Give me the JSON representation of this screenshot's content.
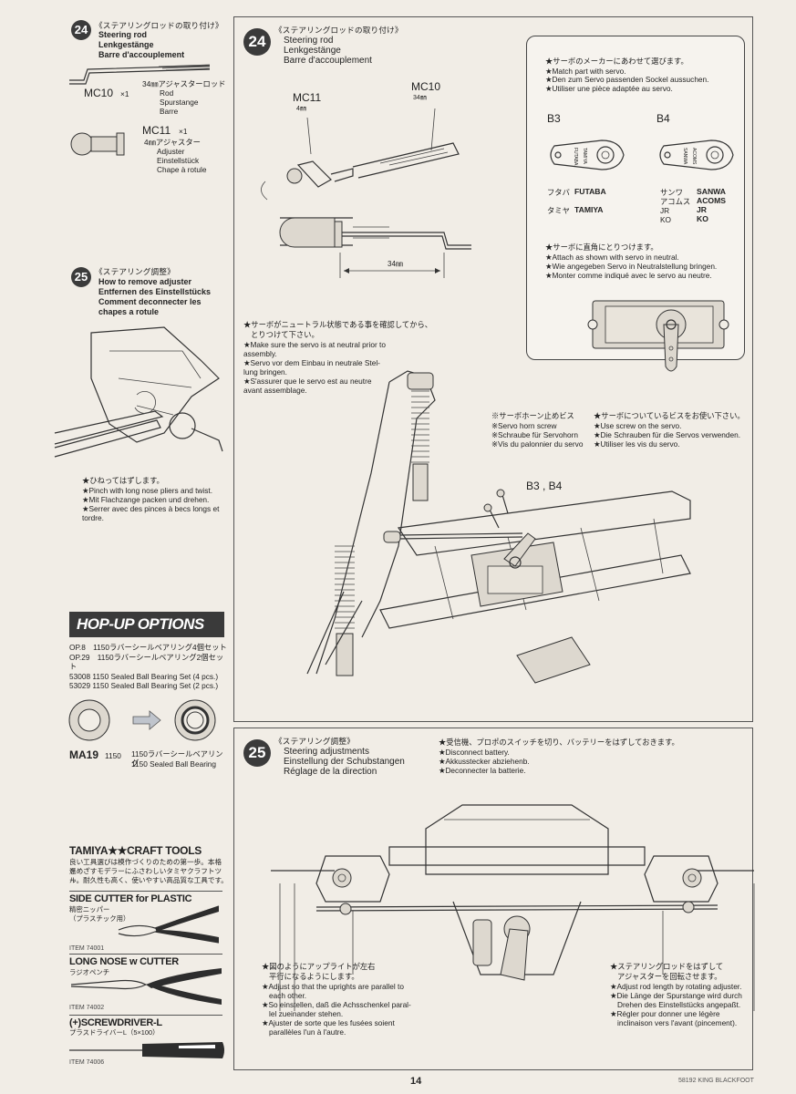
{
  "left": {
    "step24": {
      "num": "24",
      "jp_title": "《ステアリングロッドの取り付け》",
      "en": "Steering rod",
      "de": "Lenkgestänge",
      "fr": "Barre d'accouplement",
      "mc10": {
        "code": "MC10",
        "qty": "×1",
        "jp": "34㎜アジャスターロッド",
        "en": "Rod",
        "de": "Spurstange",
        "fr": "Barre"
      },
      "mc11": {
        "code": "MC11",
        "qty": "×1",
        "jp": "4㎜アジャスター",
        "en": "Adjuster",
        "de": "Einstellstück",
        "fr": "Chape à rotule"
      }
    },
    "step25": {
      "num": "25",
      "jp_title": "《ステアリング調整》",
      "en": "How to remove adjuster",
      "de": "Entfernen des Einstellstücks",
      "fr": "Comment deconnecter les",
      "fr2": "chapes a rotule",
      "note_jp": "★ひねってはずします。",
      "note_en": "★Pinch with long nose pliers and twist.",
      "note_de": "★Mit Flachzange packen und drehen.",
      "note_fr": "★Serrer avec des pinces à becs longs et",
      "note_fr2": "tordre."
    },
    "hopup": {
      "title": "HOP-UP OPTIONS",
      "op8": "OP.8　1150ラバーシールベアリング4個セット",
      "op29": "OP.29　1150ラバーシールベアリング2個セット",
      "item1": "53008 1150 Sealed Ball Bearing Set (4 pcs.)",
      "item2": "53029 1150 Sealed Ball Bearing Set (2 pcs.)",
      "ma19": "MA19",
      "ma19_size": "1150",
      "ma19_jp": "1150ラバーシールベアリング",
      "ma19_en": "1150 Sealed Ball Bearing"
    },
    "tools": {
      "title": "TAMIYA★★CRAFT TOOLS",
      "desc1": "良い工具選びは模作づくりのための第一歩。本格派",
      "desc2": "をめざすモデラーにふさわしいタミヤクラフトツー",
      "desc3": "ル。耐久性も高く、使いやすい高品質な工具です。",
      "t1_name": "SIDE CUTTER for PLASTIC",
      "t1_jp": "精密ニッパー\n（プラスチック用）",
      "t1_item": "ITEM 74001",
      "t2_name": "LONG NOSE w CUTTER",
      "t2_jp": "ラジオペンチ",
      "t2_item": "ITEM 74002",
      "t3_name": "(+)SCREWDRIVER-L",
      "t3_jp": "プラスドライバーL（5×100）",
      "t3_item": "ITEM 74006"
    }
  },
  "top_panel": {
    "num": "24",
    "jp_title": "《ステアリングロッドの取り付け》",
    "en": "Steering rod",
    "de": "Lenkgestänge",
    "fr": "Barre d'accouplement",
    "mc11": "MC11",
    "mc11_size": "4㎜",
    "mc10": "MC10",
    "mc10_size": "34㎜",
    "dim": "34㎜",
    "servo_box": {
      "jp1": "★サーボのメーカーにあわせて選びます。",
      "en1": "★Match part with servo.",
      "de1": "★Den zum Servo passenden Sockel aussuchen.",
      "fr1": "★Utiliser une pièce adaptée au servo.",
      "b3": "B3",
      "b4": "B4",
      "b3_horn": "TAMIYA FUTABA",
      "b4_horn": "ACOMS SANWA",
      "left_jp": [
        "フタバ",
        "タミヤ"
      ],
      "left_en": [
        "FUTABA",
        "TAMIYA"
      ],
      "right_jp": [
        "サンワ",
        "アコムス",
        "JR",
        "KO"
      ],
      "right_en": [
        "SANWA",
        "ACOMS",
        "JR",
        "KO"
      ],
      "jp2": "★サーボに直角にとりつけます。",
      "en2": "★Attach as shown with servo in neutral.",
      "de2": "★Wie angegeben Servo in Neutralstellung bringen.",
      "fr2": "★Monter comme indiqué avec le servo au neutre."
    },
    "neutral": {
      "jp": "★サーボがニュートラル状態である事を確認してから、",
      "jp2": "とりつけて下さい。",
      "en": "★Make sure the servo is at neutral prior to",
      "en2": "assembly.",
      "de": "★Servo vor dem Einbau in neutrale Stel-",
      "de2": "lung bringen.",
      "fr": "★S'assurer que le servo est au neutre",
      "fr2": "avant assemblage."
    },
    "screw": {
      "jp": "※サーボホーン止めビス",
      "en": "※Servo horn screw",
      "de": "※Schraube für Servohorn",
      "fr": "※Vis du palonnier du servo"
    },
    "usescrew": {
      "jp": "★サーボについているビスをお使い下さい。",
      "en": "★Use screw on the servo.",
      "de": "★Die Schrauben für die Servos verwenden.",
      "fr": "★Utiliser les vis du servo."
    },
    "b3b4": "B3 , B4"
  },
  "bottom_panel": {
    "num": "25",
    "jp_title": "《ステアリング調整》",
    "en": "Steering adjustments",
    "de": "Einstellung der Schubstangen",
    "fr": "Réglage de la direction",
    "batt_jp": "★受信機、プロポのスイッチを切り、バッテリーをはずしておきます。",
    "batt_en": "★Disconnect battery.",
    "batt_de": "★Akkusstecker abziehenb.",
    "batt_fr": "★Deconnecter la batterie.",
    "adj_jp": "★図のようにアップライトが左右",
    "adj_jp2": "平行になるようにします。",
    "adj_en": "★Adjust so that the uprights are parallel to",
    "adj_en2": "each other.",
    "adj_de": "★So einstellen, daß die Achsschenkel paral-",
    "adj_de2": "lel zueinander stehen.",
    "adj_fr": "★Ajuster de sorte que les fusées soient",
    "adj_fr2": "parallèles l'un à l'autre.",
    "rod_jp": "★ステアリングロッドをはずして",
    "rod_jp2": "アジャスターを回転させます。",
    "rod_en": "★Adjust rod length by rotating adjuster.",
    "rod_de": "★Die Länge der Spurstange wird durch",
    "rod_de2": "Drehen des Einstellstücks angepaßt.",
    "rod_fr": "★Régler pour donner une légère",
    "rod_fr2": "inclinaison vers l'avant (pincement)."
  },
  "footer": {
    "page": "14",
    "model": "58192 KING BLACKFOOT"
  }
}
